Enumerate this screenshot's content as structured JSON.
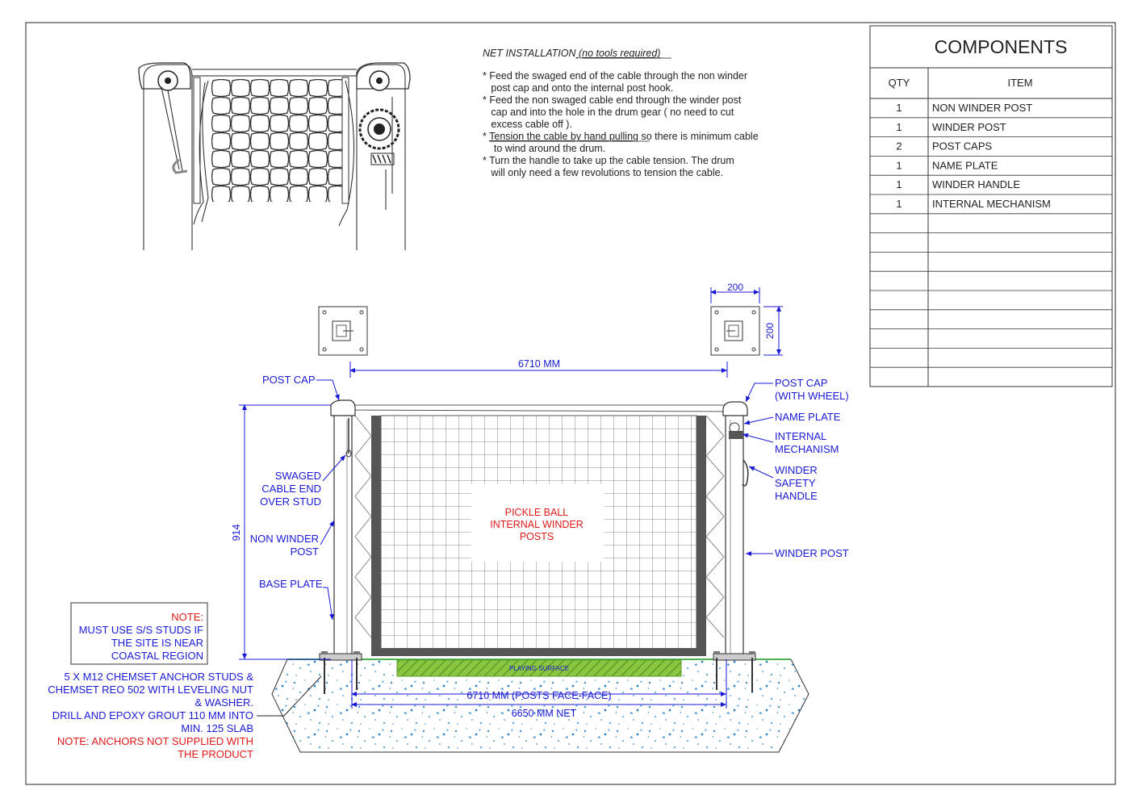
{
  "instructions": {
    "title": "NET INSTALLATION",
    "subtitle": " (no tools required)",
    "steps": [
      [
        "* Feed the swaged end of the cable through the non winder",
        "   post cap and onto the internal post hook."
      ],
      [
        "* Feed the non swaged cable end through the winder post",
        "   cap and into the hole in the drum gear ( no need to cut",
        "   excess cable off )."
      ],
      [
        "* ",
        "Tension the cable by hand pulling",
        " so there is minimum cable",
        "    to wind around the drum."
      ],
      [
        "* Turn the handle to take up the cable tension. The drum",
        "   will only need a few revolutions to tension the cable."
      ]
    ]
  },
  "components": {
    "title": "COMPONENTS",
    "qty_header": "QTY",
    "item_header": "ITEM",
    "rows": [
      {
        "qty": "1",
        "item": "NON WINDER POST"
      },
      {
        "qty": "1",
        "item": "WINDER POST"
      },
      {
        "qty": "2",
        "item": "POST CAPS"
      },
      {
        "qty": "1",
        "item": "NAME PLATE"
      },
      {
        "qty": "1",
        "item": "WINDER HANDLE"
      },
      {
        "qty": "1",
        "item": "INTERNAL MECHANISM"
      }
    ],
    "empty_rows": 9
  },
  "dimensions": {
    "span": "6710 MM",
    "plate_width": "200",
    "plate_height": "200",
    "height": "914",
    "face_to_face": "6710 MM (POSTS FACE-FACE)",
    "net": "6650 MM NET"
  },
  "labels": {
    "post_cap_left": "POST CAP",
    "post_cap_right": [
      "POST CAP",
      "(WITH WHEEL)"
    ],
    "name_plate": "NAME PLATE",
    "internal_mechanism": [
      "INTERNAL",
      "MECHANISM"
    ],
    "winder_safety_handle": [
      "WINDER",
      "SAFETY",
      "HANDLE"
    ],
    "winder_post": "WINDER POST",
    "swaged_cable": [
      "SWAGED",
      "CABLE END",
      "OVER STUD"
    ],
    "non_winder_post": [
      "NON WINDER",
      "POST"
    ],
    "base_plate": "BASE PLATE",
    "center_label": [
      "PICKLE BALL",
      "INTERNAL WINDER",
      "POSTS"
    ],
    "playing_surface": "PLAYING SURFACE"
  },
  "note_box": {
    "title": "NOTE:",
    "lines": [
      "MUST USE S/S STUDS IF",
      "THE SITE IS NEAR",
      "COASTAL REGION"
    ]
  },
  "anchor_note": {
    "lines": [
      "5 X M12 CHEMSET ANCHOR STUDS &",
      "CHEMSET REO 502  WITH LEVELING NUT",
      "& WASHER.",
      "DRILL AND EPOXY GROUT 110 MM INTO",
      "MIN. 125 SLAB"
    ],
    "warning": [
      "NOTE: ANCHORS NOT SUPPLIED WITH",
      "THE PRODUCT"
    ]
  },
  "colors": {
    "dimension": "#1a1ad6",
    "warning": "#e01919",
    "ink": "#222222",
    "surface": "#8cc640"
  }
}
